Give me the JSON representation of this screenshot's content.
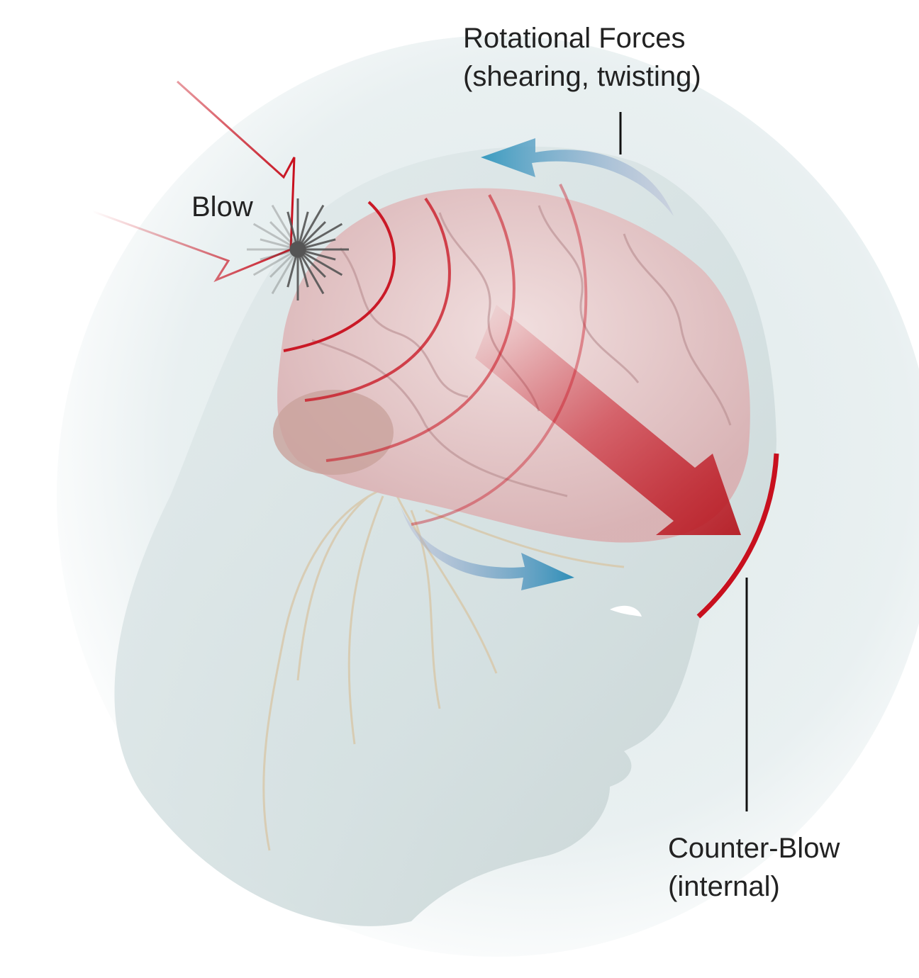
{
  "labels": {
    "rotational_title": "Rotational Forces",
    "rotational_sub": "(shearing, twisting)",
    "blow": "Blow",
    "counter_title": "Counter-Blow",
    "counter_sub": "(internal)"
  },
  "colors": {
    "impact_red": "#c8101e",
    "rotation_blue": "#3a9cc0",
    "brain_pink": "#e8c9c9",
    "head_gray": "#cfdcdc"
  }
}
